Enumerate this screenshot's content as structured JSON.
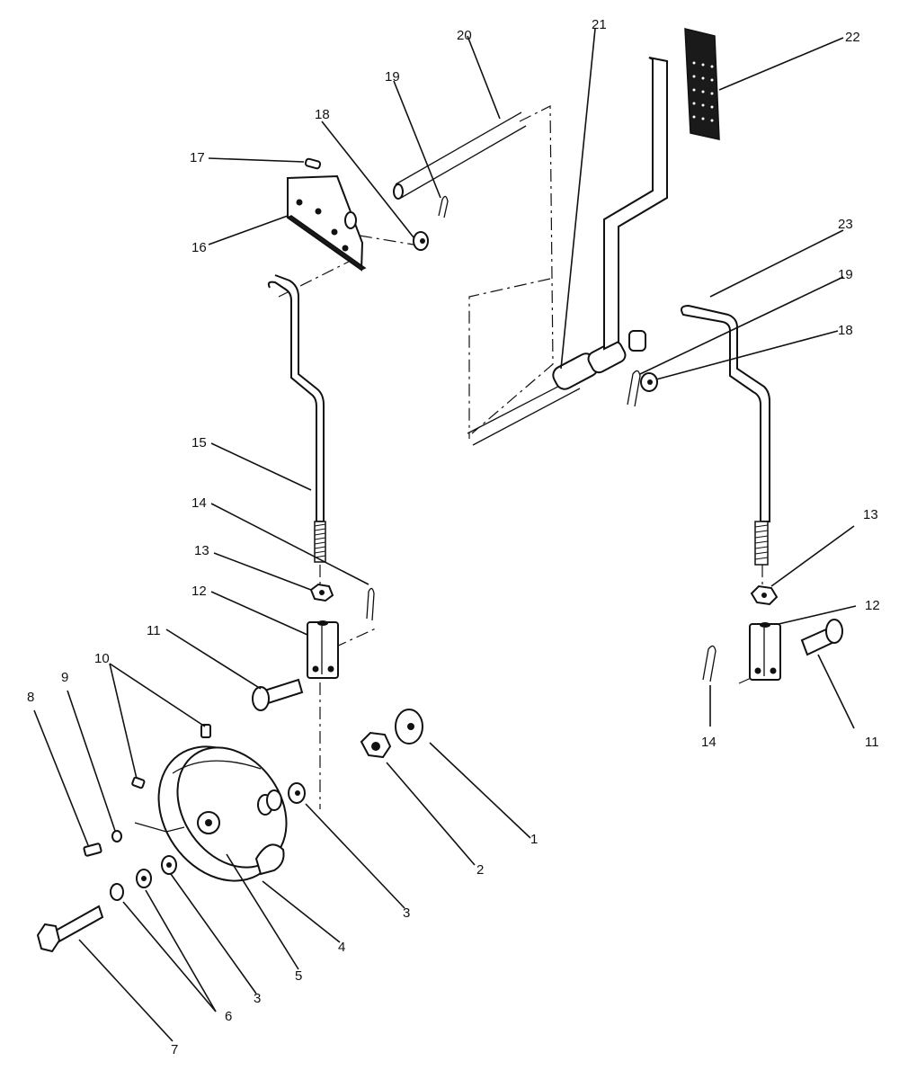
{
  "callouts": [
    {
      "id": "c1",
      "text": "1"
    },
    {
      "id": "c2",
      "text": "2"
    },
    {
      "id": "c3a",
      "text": "3"
    },
    {
      "id": "c3b",
      "text": "3"
    },
    {
      "id": "c4",
      "text": "4"
    },
    {
      "id": "c5",
      "text": "5"
    },
    {
      "id": "c6",
      "text": "6"
    },
    {
      "id": "c7",
      "text": "7"
    },
    {
      "id": "c8",
      "text": "8"
    },
    {
      "id": "c9",
      "text": "9"
    },
    {
      "id": "c10",
      "text": "10"
    },
    {
      "id": "c11a",
      "text": "11"
    },
    {
      "id": "c11b",
      "text": "11"
    },
    {
      "id": "c12a",
      "text": "12"
    },
    {
      "id": "c12b",
      "text": "12"
    },
    {
      "id": "c13a",
      "text": "13"
    },
    {
      "id": "c13b",
      "text": "13"
    },
    {
      "id": "c14a",
      "text": "14"
    },
    {
      "id": "c14b",
      "text": "14"
    },
    {
      "id": "c15",
      "text": "15"
    },
    {
      "id": "c16",
      "text": "16"
    },
    {
      "id": "c17",
      "text": "17"
    },
    {
      "id": "c18a",
      "text": "18"
    },
    {
      "id": "c18b",
      "text": "18"
    },
    {
      "id": "c19a",
      "text": "19"
    },
    {
      "id": "c19b",
      "text": "19"
    },
    {
      "id": "c20",
      "text": "20"
    },
    {
      "id": "c21",
      "text": "21"
    },
    {
      "id": "c22",
      "text": "22"
    },
    {
      "id": "c23",
      "text": "23"
    }
  ]
}
